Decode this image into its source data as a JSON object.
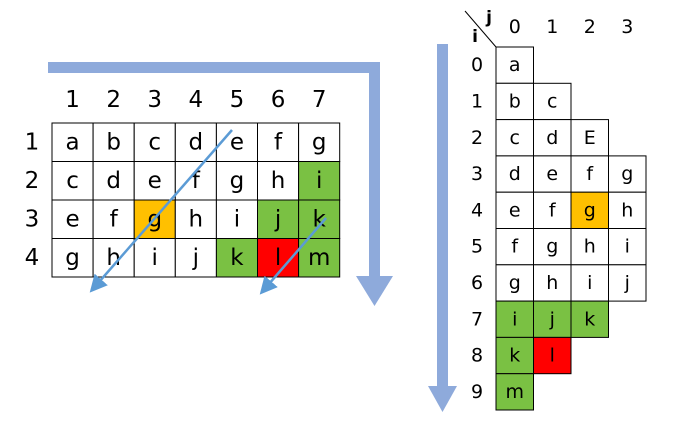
{
  "colors": {
    "arrow": "#8eaadb",
    "diagonal": "#5b9bd5",
    "green": "#7ac143",
    "orange": "#ffc000",
    "red": "#ff0000",
    "border": "#000000"
  },
  "left_grid": {
    "col_headers": [
      "1",
      "2",
      "3",
      "4",
      "5",
      "6",
      "7"
    ],
    "row_headers": [
      "1",
      "2",
      "3",
      "4"
    ],
    "rows": [
      [
        "a",
        "b",
        "c",
        "d",
        "e",
        "f",
        "g"
      ],
      [
        "c",
        "d",
        "e",
        "f",
        "g",
        "h",
        "i"
      ],
      [
        "e",
        "f",
        "g",
        "h",
        "i",
        "j",
        "k"
      ],
      [
        "g",
        "h",
        "i",
        "j",
        "k",
        "l",
        "m"
      ]
    ],
    "highlights": [
      {
        "row": 1,
        "col": 6,
        "color": "green"
      },
      {
        "row": 2,
        "col": 2,
        "color": "orange"
      },
      {
        "row": 2,
        "col": 5,
        "color": "green"
      },
      {
        "row": 2,
        "col": 6,
        "color": "green"
      },
      {
        "row": 3,
        "col": 4,
        "color": "green"
      },
      {
        "row": 3,
        "col": 5,
        "color": "red"
      },
      {
        "row": 3,
        "col": 6,
        "color": "green"
      }
    ]
  },
  "right_grid": {
    "corner_j": "j",
    "corner_i": "i",
    "col_headers": [
      "0",
      "1",
      "2",
      "3"
    ],
    "row_headers": [
      "0",
      "1",
      "2",
      "3",
      "4",
      "5",
      "6",
      "7",
      "8",
      "9"
    ],
    "rows": [
      [
        "a"
      ],
      [
        "b",
        "c"
      ],
      [
        "c",
        "d",
        "E"
      ],
      [
        "d",
        "e",
        "f",
        "g"
      ],
      [
        "e",
        "f",
        "g",
        "h"
      ],
      [
        "f",
        "g",
        "h",
        "i"
      ],
      [
        "g",
        "h",
        "i",
        "j"
      ],
      [
        "i",
        "j",
        "k"
      ],
      [
        "k",
        "l"
      ],
      [
        "m"
      ]
    ],
    "highlights": [
      {
        "row": 4,
        "col": 2,
        "color": "orange"
      },
      {
        "row": 7,
        "col": 0,
        "color": "green"
      },
      {
        "row": 7,
        "col": 1,
        "color": "green"
      },
      {
        "row": 7,
        "col": 2,
        "color": "green"
      },
      {
        "row": 8,
        "col": 0,
        "color": "green"
      },
      {
        "row": 8,
        "col": 1,
        "color": "red"
      },
      {
        "row": 9,
        "col": 0,
        "color": "green"
      }
    ]
  }
}
